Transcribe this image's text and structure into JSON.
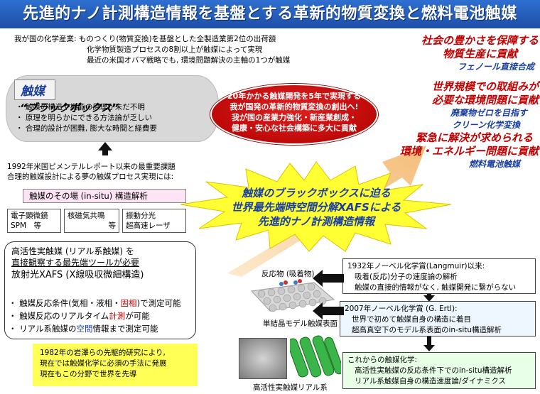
{
  "title": "先進的ナノ計測構造情報を基盤とする革新的物質変換と燃料電池触媒",
  "intro": {
    "line1": "我が国の化学産業: ものつくり(物質変換)を基盤とした全製造業第2位の出荷額",
    "line2": "化学物質製造プロセスの8割以上が触媒によって実現",
    "line3": "最近の米国オバマ戦略でも, 環境問題解決の主軸の1つが触媒"
  },
  "blackbox": {
    "tag": "触媒",
    "title": "“ブラックボックス”",
    "items": [
      "・ 触媒の構造や機能の原理が未だ不明",
      "・ 原理を明らかにできる方法論が乏しい",
      "・ 合理的設計が困難, 膨大な時間と経費要"
    ]
  },
  "report": {
    "line1": "1992年米国ピメンテルレポート以来の最重要課題",
    "line2": "合理的触媒設計による夢の触媒プロセス実現には:"
  },
  "insitu_label": "触媒のその場 (in-situ) 構造解析",
  "techniques": [
    {
      "line1": "電子顕微鏡",
      "line2": "SPM　等"
    },
    {
      "line1": "核磁気共鳴",
      "line2": "　　　　等"
    },
    {
      "line1": "振動分光",
      "line2": "超高速レーザ"
    }
  ],
  "real_catalyst": {
    "line1": "高活性実触媒 (リアル系触媒) を",
    "line2": "直接観察する最先端ツールが必要",
    "line3": "放射光XAFS (X線吸収微細構造)",
    "bullet1_pre": "・ 触媒反応条件(気相・液相・",
    "bullet1_red": "固相",
    "bullet1_post": ")で測定可能",
    "bullet2_pre": "・ 触媒反応のリアルタイム",
    "bullet2_red": "計測",
    "bullet2_post": "が可能",
    "bullet3_pre": "・ リアル系触媒の",
    "bullet3_red": "空間",
    "bullet3_post": "情報まで測定可能"
  },
  "iwasawa": {
    "line1": "1982年の岩澤らの先駆的研究により,",
    "line2": "現在では触媒化学に必須の手法に発展",
    "line3": "現在もこの分野で世界を先導"
  },
  "red_oval": {
    "line1": "20年かかる触媒開発を5年で実現する",
    "line2": "我が国発の革新的物質変換の創出へ!",
    "line3": "我が国の産業力強化・新産業創成・",
    "line4": "健康・安心な社会構築に多大に貢献"
  },
  "goals": {
    "g1a": "社会の豊かさを保障する",
    "g1b": "物質生産に貢献",
    "g1c": "フェノール直接合成",
    "g2a": "世界規模での取組みが",
    "g2b": "必要な環境問題に貢献",
    "g2c": "廃棄物ゼロを目指す",
    "g2d": "クリーン化学変換",
    "g3a": "緊急に解決が求められる",
    "g3b": "環境・エネルギー問題に貢献",
    "g3c": "燃料電池触媒"
  },
  "star": {
    "line1": "触媒のブラックボックスに迫る",
    "line2": "世界最先端時空間分解XAFSによる",
    "line3": "先進的ナノ計測構造情報"
  },
  "images": {
    "reactant": "反応物 (吸着物)",
    "surface": "単結晶モデル触媒表面",
    "real": "高活性実触媒リアル系"
  },
  "history": {
    "h1a": "1932年ノーベル化学賞(Langmuir)以来:",
    "h1b": "吸着(反応)分子の速度論の解析",
    "h1c": "触媒の直接的情報がなく, 触媒開発に繋がらない",
    "h2a": "2007年ノーベル化学賞 (G. Ertl):",
    "h2b": "世界で初めて触媒自身の構造に着目",
    "h2c": "超高真空下のモデル系表面のin-situ構造解析",
    "h3a": "これからの触媒化学:",
    "h3b": "高活性実触媒の反応条件下でのin-situ構造解析",
    "h3c": "リアル系触媒自身の構造速度論/ダイナミクス"
  },
  "colors": {
    "title_bg": "#2e6fd0",
    "accent_red": "#c00000",
    "accent_blue": "#1a3fa0",
    "star_fill": "#ffff33",
    "arrow": "#f6c98a"
  }
}
